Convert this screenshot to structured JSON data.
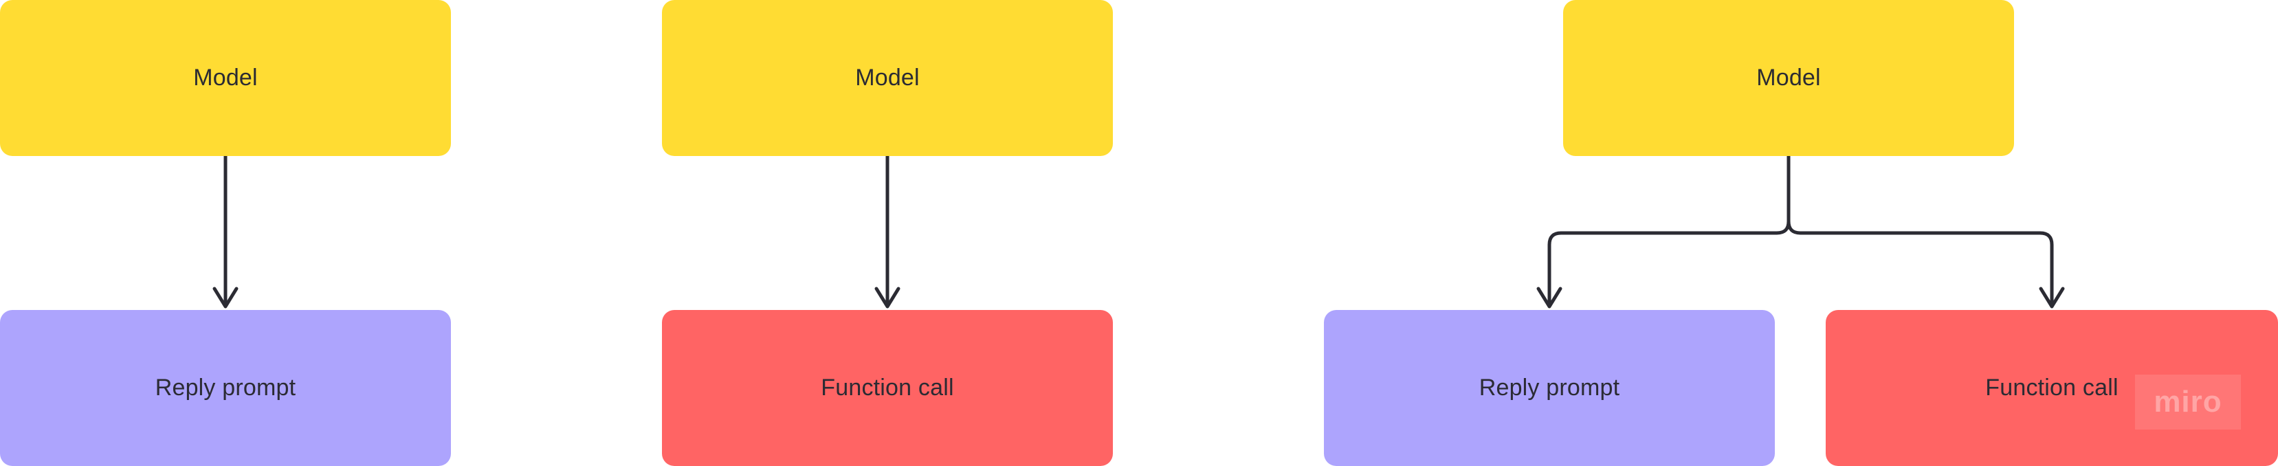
{
  "diagram": {
    "colors": {
      "model": "#ffdc33",
      "reply_prompt": "#ada4fd",
      "function_call": "#ff6464",
      "connector": "#2b2b33",
      "text": "#2b2b33"
    },
    "panels": [
      {
        "source": {
          "label": "Model"
        },
        "targets": [
          {
            "label": "Reply prompt"
          }
        ]
      },
      {
        "source": {
          "label": "Model"
        },
        "targets": [
          {
            "label": "Function call"
          }
        ]
      },
      {
        "source": {
          "label": "Model"
        },
        "targets": [
          {
            "label": "Reply prompt"
          },
          {
            "label": "Function call"
          }
        ]
      }
    ]
  },
  "watermark": {
    "text": "miro"
  }
}
